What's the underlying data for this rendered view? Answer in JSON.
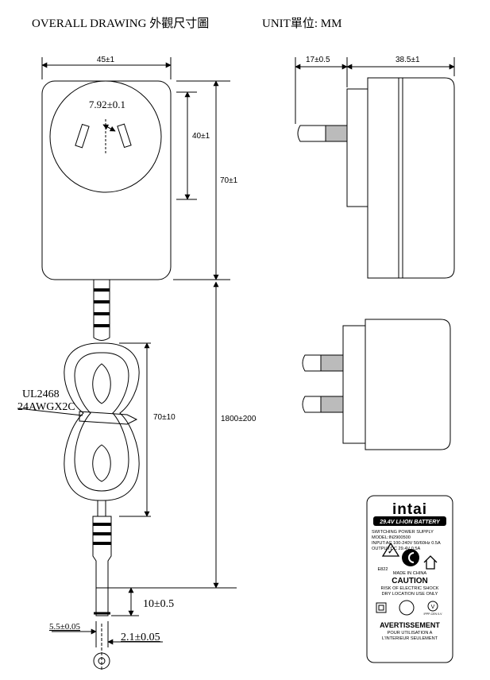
{
  "header": {
    "title": "OVERALL DRAWING 外觀尺寸圖",
    "unit": "UNIT單位: MM"
  },
  "front_view": {
    "width_dim": "45±1",
    "pin_dim": "7.92±0.1",
    "pin_height_dim": "40±1",
    "body_height_dim": "70±1"
  },
  "side_view": {
    "plug_dim": "17±0.5",
    "depth_dim": "38.5±1"
  },
  "cable": {
    "type_line1": "UL2468",
    "type_line2": "24AWGX2C",
    "coil_dim": "70±10",
    "length_dim": "1800±200",
    "plug_length_dim": "10±0.5",
    "outer_dia_dim": "5.5±0.05",
    "inner_dia_dim": "2.1±0.05"
  },
  "label": {
    "brand": "intai",
    "battery": "29.4V LI-ION BATTERY",
    "lines": [
      "SWITCHING POWER SUPPLY",
      "MODEL:IN2900500",
      "INPUT:AC 100-240V 50/60Hz 0.5A",
      "OUTPUT:DC 29.4V 0.5A"
    ],
    "code": "E822",
    "made_in": "MADE IN CHINA",
    "caution": "CAUTION",
    "caution_lines": [
      "RISK OF ELECTRIC SHOCK",
      "DRY LOCATION USE ONLY"
    ],
    "vi_mark": "V",
    "vi_sub": "IPPP-CEN 0-V",
    "avert": "AVERTISSEMENT",
    "avert_lines": [
      "POUR UTILISATION A",
      "L'INTERIEUR SEULEMENT"
    ]
  }
}
